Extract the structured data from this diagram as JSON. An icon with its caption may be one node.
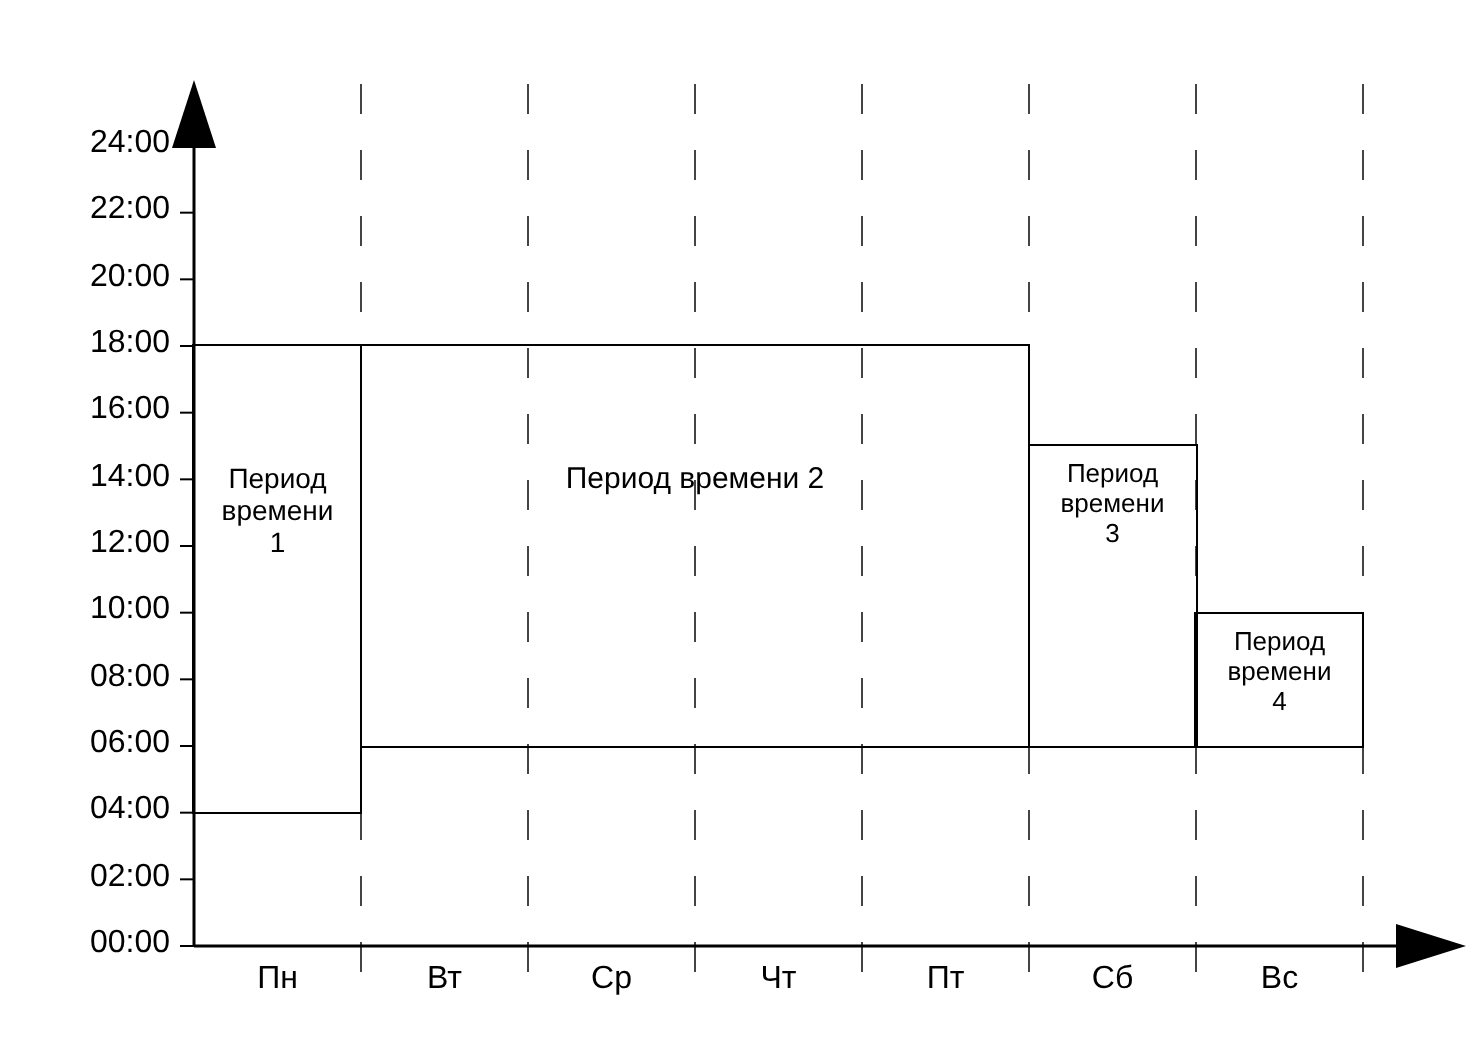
{
  "diagram": {
    "nodes": [
      {
        "text": [
          "Период времени 1"
        ]
      },
      {
        "text": [
          "Период времени 2"
        ]
      },
      {
        "text": [
          "Период времени 3"
        ]
      },
      {
        "text": [
          "Период времени 4"
        ]
      }
    ],
    "edges": [],
    "labels": [
      "24:00",
      "22:00",
      "20:00",
      "18:00",
      "16:00",
      "14:00",
      "12:00",
      "10:00",
      "08:00",
      "06:00",
      "04:00",
      "02:00",
      "00:00",
      "Пн",
      "Вт",
      "Ср",
      "Чт",
      "Пт",
      "Сб",
      "Вс"
    ]
  }
}
